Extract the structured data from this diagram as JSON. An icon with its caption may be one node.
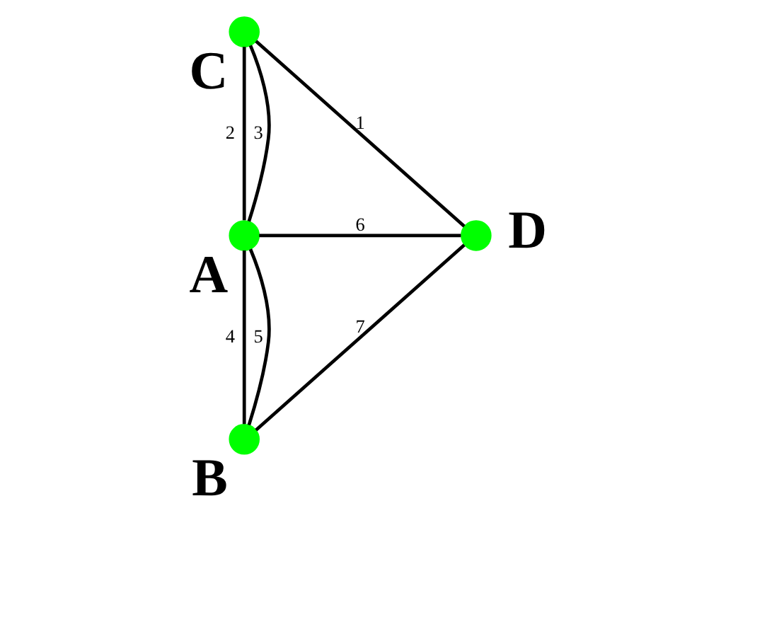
{
  "diagram": {
    "nodes": [
      {
        "text": [],
        "shape": "circle",
        "beside": [
          "C"
        ]
      },
      {
        "text": [],
        "shape": "circle",
        "beside": [
          "A"
        ]
      },
      {
        "text": [],
        "shape": "circle",
        "beside": [
          "D"
        ]
      },
      {
        "text": [],
        "shape": "circle",
        "beside": [
          "B"
        ]
      }
    ],
    "edges": [
      {
        "from": 0,
        "to": 2,
        "arrow": "none",
        "label": "1"
      },
      {
        "from": 0,
        "to": 1,
        "arrow": "none",
        "label": "2"
      },
      {
        "from": 0,
        "to": 1,
        "arrow": "none",
        "label": "3"
      },
      {
        "from": 1,
        "to": 3,
        "arrow": "none",
        "label": "4"
      },
      {
        "from": 1,
        "to": 3,
        "arrow": "none",
        "label": "5"
      },
      {
        "from": 1,
        "to": 2,
        "arrow": "none",
        "label": "6"
      },
      {
        "from": 3,
        "to": 2,
        "arrow": "none",
        "label": "7"
      }
    ]
  }
}
